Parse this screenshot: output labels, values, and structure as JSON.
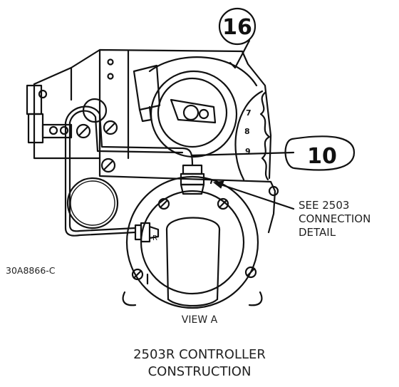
{
  "callouts": {
    "top_bubble": "16",
    "right_bubble": "10",
    "see_detail": [
      "SEE 2503",
      "CONNECTION",
      "DETAIL"
    ]
  },
  "dial_numbers": [
    "7",
    "8",
    "9"
  ],
  "part_number": "30A8866-C",
  "view_label": "VIEW A",
  "caption": [
    "2503R CONTROLLER",
    "CONSTRUCTION"
  ],
  "fitting_mark": "R"
}
